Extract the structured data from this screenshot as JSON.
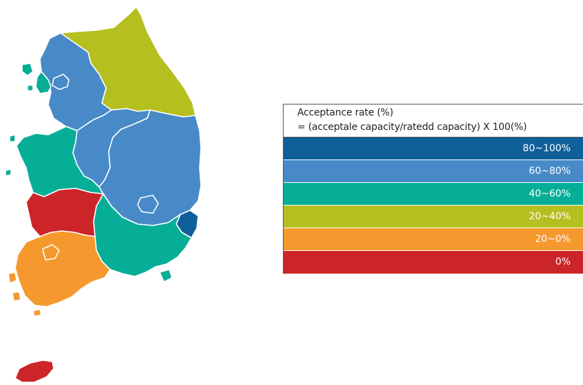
{
  "legend": {
    "title_line1": "Acceptance rate (%)",
    "title_line2": "= (acceptale capacity/ratedd capacity) X 100(%)",
    "items": [
      {
        "label": "80~100%",
        "color": "#0f5f9a"
      },
      {
        "label": "60~80%",
        "color": "#478ac7"
      },
      {
        "label": "40~60%",
        "color": "#07ae97"
      },
      {
        "label": "20~40%",
        "color": "#b5bf1f"
      },
      {
        "label": "20~0%",
        "color": "#f5992e"
      },
      {
        "label": "0%",
        "color": "#cc2529"
      }
    ]
  },
  "regions": [
    {
      "name": "Gangwon",
      "level": "20~40%"
    },
    {
      "name": "Gyeonggi",
      "level": "60~80%"
    },
    {
      "name": "Chungbuk",
      "level": "60~80%"
    },
    {
      "name": "Gyeongbuk",
      "level": "60~80%"
    },
    {
      "name": "Incheon",
      "level": "40~60%"
    },
    {
      "name": "Chungnam",
      "level": "40~60%"
    },
    {
      "name": "Gyeongnam",
      "level": "40~60%"
    },
    {
      "name": "Ulsan",
      "level": "80~100%"
    },
    {
      "name": "Jeonbuk",
      "level": "0%"
    },
    {
      "name": "Jeonnam",
      "level": "20~0%"
    },
    {
      "name": "Jeju",
      "level": "0%"
    }
  ]
}
